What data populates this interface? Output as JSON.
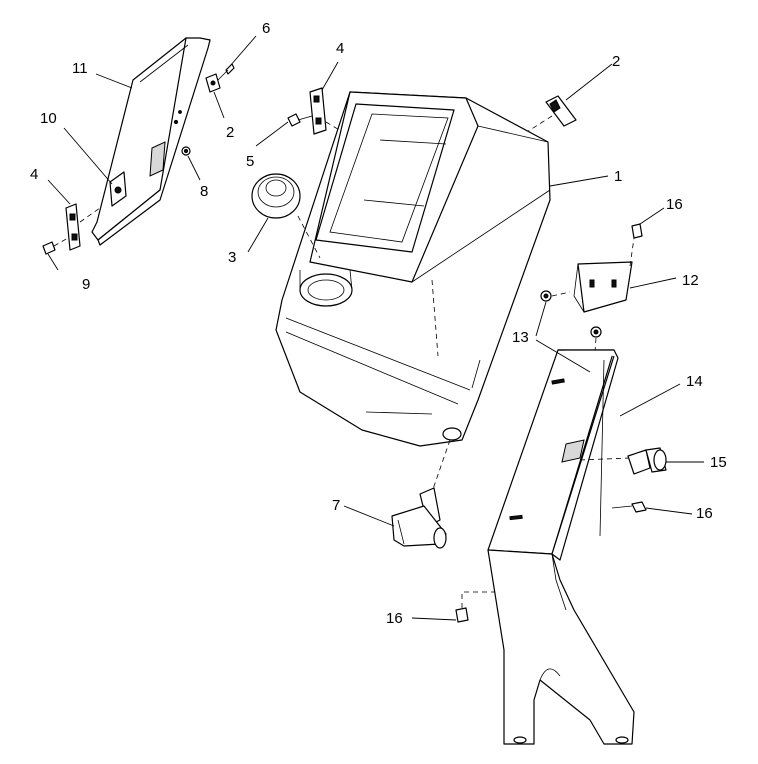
{
  "callouts": {
    "c1": "1",
    "c2a": "2",
    "c2b": "2",
    "c3": "3",
    "c4a": "4",
    "c4b": "4",
    "c5": "5",
    "c6": "6",
    "c7": "7",
    "c8": "8",
    "c9": "9",
    "c10": "10",
    "c11": "11",
    "c12": "12",
    "c13": "13",
    "c14": "14",
    "c15": "15",
    "c16a": "16",
    "c16b": "16",
    "c16c": "16"
  }
}
